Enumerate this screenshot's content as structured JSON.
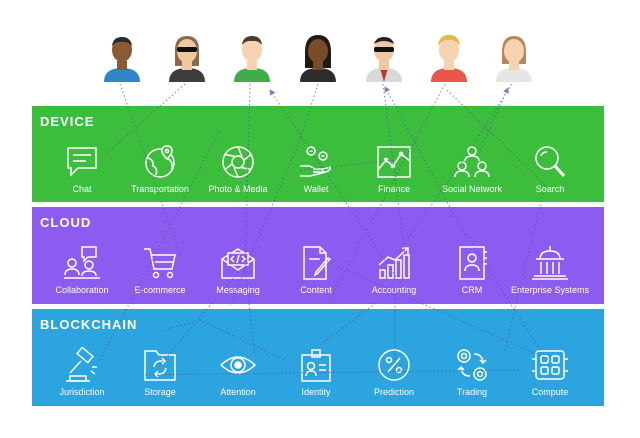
{
  "layers": [
    {
      "title": "DEVICE",
      "items": [
        "Chat",
        "Transportation",
        "Photo & Media",
        "Wallet",
        "Finance",
        "Social Network",
        "Search"
      ]
    },
    {
      "title": "CLOUD",
      "items": [
        "Collaboration",
        "E-commerce",
        "Messaging",
        "Content",
        "Accounting",
        "CRM",
        "Enterprise Systems"
      ]
    },
    {
      "title": "BLOCKCHAIN",
      "items": [
        "Jurisdiction",
        "Storage",
        "Attention",
        "Identity",
        "Prediction",
        "Trading",
        "Compute"
      ]
    }
  ],
  "icons": {
    "device": [
      "chat-bubble-icon",
      "globe-pin-icon",
      "camera-aperture-icon",
      "hand-coins-icon",
      "line-chart-icon",
      "people-group-icon",
      "magnifier-icon"
    ],
    "cloud": [
      "people-message-icon",
      "shopping-cart-icon",
      "code-envelope-icon",
      "document-pen-icon",
      "bar-chart-arrow-icon",
      "contact-book-icon",
      "building-columns-icon"
    ],
    "blockchain": [
      "gavel-icon",
      "folder-sync-icon",
      "eye-icon",
      "id-badge-icon",
      "percent-circle-icon",
      "exchange-coins-icon",
      "chip-icon"
    ]
  },
  "colors": {
    "device": "#3cbe3c",
    "cloud": "#8c5cf0",
    "blockchain": "#2ba4e0",
    "connector": "#6b5bb8"
  },
  "avatars": [
    "person-avatar",
    "person-sunglasses-avatar",
    "person-avatar",
    "person-avatar",
    "person-suit-sunglasses-avatar",
    "person-avatar",
    "person-avatar"
  ]
}
